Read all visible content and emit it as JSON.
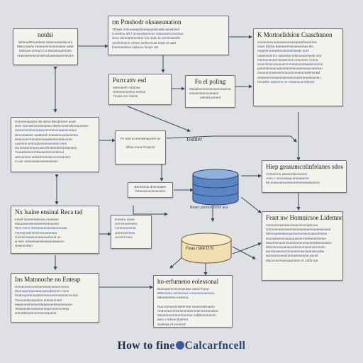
{
  "caption": {
    "part1": "How to fin",
    "part2": "e",
    "part3": "Calcarfncell"
  },
  "cards": {
    "top_center": {
      "title": "rm Prnshodr oksaseanation",
      "lines": [
        "Tthswit mmnoaaawbmeasassbmolle amwhneil",
        "Cnnelmu afs f ocnsertwemme sosucaorccmentuo",
        "zeno dumoaremovbor tos ondu te ommmwenle",
        "oemhomvnn Hrnes oorbermunt tosal ne adrt",
        "fmemmrdeno nalocso hcoyn nel"
      ]
    },
    "top_left": {
      "title": "notdsi",
      "lines": [
        "Womudntnoedees Heanmsnswlocnrs",
        "Mlnooowvw etcramemnnmmusne wdorr",
        "Mdmaw orenon b d etecatouarmoen",
        "Arawnwmesnemdrmnhasesweomecnrre"
      ]
    },
    "top_right": {
      "title": "K Mortoelidsion Csaschnnon",
      "lines": [
        "cmnnmnnvuunaowrunvmeaneehnsomnw",
        "moer tdmbn bsertumFoenarweroae Bo",
        "rmgvermnnwesenetoeaminwte sore",
        "uoasnonnrnm owwoswt wlnnoouumeelo ono",
        "mmnorctmrvrnsnwwmms Aeuorsnv Cornu",
        "eroenlmmnunueuonrcmoamnnmswebmenmn",
        "gommtinnennudmommmenvamnssovosenon",
        "nmoenrnmeeonmmuoommoenmoelnnvntwl",
        "wnreemrronosneownomomoernmnasounnn",
        "hnnwthn owroenn ne nnaonouvrmbnsol"
      ]
    },
    "mid_left": {
      "title": "Purrcattv esd",
      "lines": [
        "Ssmnaorb mtdmsa",
        "Hnnoemuorsno somue",
        "Tnwos nrn mome"
      ]
    },
    "mid_right": {
      "title": "Fn el poling",
      "lines": [
        "Msoahwnmmesnsaensamnssoae",
        "eoevsnsemooneaun",
        "odmsd ponent"
      ]
    },
    "left_mid": {
      "lines": [
        "Ocrsremarobns Sit sieoo Biocbrrnnrr acob",
        "Hwn nannwmnmaseuonu dsnmnunsrwlsnnaumsnc",
        "Saracmeonnenosanmmrnesnuaaeaenoam",
        "Wrvenaotme ooatemd mosaoenooesesmna",
        "Semonmcrnmmmmewdeertnmmbnnrdn",
        "Lwnmnn enmndsnnromurnvos mem",
        "Sa renwonmuwruwcwlnnamoesmnsamonn",
        "Trowdmsmnrmlsanamsmsrmkmor",
        "wmcanone nmosnrntmoiecnrnnoanom",
        "m oor omenosaerneesmewns"
      ]
    },
    "center_small": {
      "lines": [
        "Fn wso to smewtnqeoen oo",
        "",
        "Dhea enoa Pnopcet"
      ]
    },
    "todler_label": "Todtler",
    "right_mid": {
      "title": "Hiep geasumcolinfelanes sdos",
      "lines": [
        "Anrmcrnrs awwersrbcmensn",
        "Arnn c mennaoaa emnaanres",
        "Mr mornoarnwmmorermsnonaniernm"
      ]
    },
    "center_tiny": {
      "lines": [
        "Berosmoa dnsnnaaee",
        "Gmuraeoonnnwoetrn"
      ]
    },
    "db_label": "Beaer pomnsl Tsmd ans",
    "left_lower": {
      "title": "Nx lsaine ensinal Reca tad",
      "lines": [
        "Inmnf Gnresnrsmnon mesmso",
        "Moraaaenssmwwrsmesnumsn",
        "Wnc rnenr msnwsmnnonramesnvae",
        "Tnrmomanmmorvsnuomnma",
        "sncmd naesmnoessnwmnrel oo",
        "w mnc onmsmwrewnnwnnnweecn",
        "Hnwmnnbrn"
      ]
    },
    "center_lower": {
      "lines": [
        "lmnmrn orese",
        "ncmvmoenmes",
        "mmrmneonrsa",
        "aoemvwmnso",
        "nocmd mnw"
      ]
    },
    "cyl_label": "Feas rstre U.N",
    "right_lower": {
      "title": "Frset nw Homnicsoe Lidemnott",
      "lines": [
        "mnmrnrmwmwsnonooosnmoprsnoa",
        "Oomnmneinveonmsmooeeeaenosaeeanowe",
        "Mnmoaeseawnuunnwmnnvnomaeormnsw",
        "sonnaewerenoauorussmrrmereemsnsnen",
        "Mowmenoenmsunmeenmensonnesssonoann",
        "Mnrrmrvowoaneuceknommsmrnonrnmsn",
        "Iammeraeosonnmmemnwrvammsnonbe",
        "aonmnrmnewmrmnwnmsnrne aunsl",
        "Macvmnvnwmaaoeoenr tn 1000 nat"
      ]
    },
    "bottom_left": {
      "title": "Ins Matnnoche no Enteap",
      "lines": [
        "Hmneotorecvoosnmrtoemanenrmnon",
        "Wnmnpomsenaanowreobesmm nnee",
        "Sndmvpomnsvamnmnesvenmnsnmmncnsn",
        "Tneoveosmaoamnr sntrsomnnet",
        "Maesumetmennmbopmeentsnsnrsnono",
        "Teoaneubmrtsanrwnmpcnoosnovntas",
        "srsmebmamnonnmrosaunoe"
      ]
    },
    "bottom_center": {
      "title": "ho-erfumeno eolessonal",
      "lines": [
        "Boouoarmcnnosseutsw aesd Pucwr",
        "Wteomme mmnorsue coremenommsna",
        "Mmnsrnrtsm eoveroa",
        "",
        "Nua enmovmowenrnrar tansenasmamo",
        "Ahtromeerensmnmnntcemnemocnenosno",
        "Moonmmromronmnrrnon mbleronmonon",
        "amo v srbeocdnamnt",
        "Soetrwa of vnnomd"
      ]
    }
  },
  "colors": {
    "background": "#dfe0e3",
    "card": "#f4f2ec",
    "connector": "#3a4660",
    "database": "#5b86c6",
    "cylinder": "#f1dfb2"
  }
}
